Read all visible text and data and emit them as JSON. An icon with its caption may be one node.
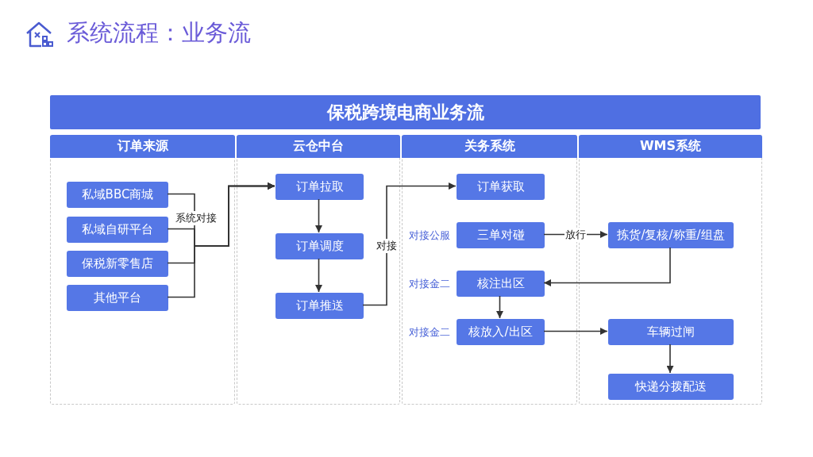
{
  "diagram": {
    "title": "系统流程：业务流",
    "nodes": [
      {
        "text": [
          "保税跨境电商业务流"
        ]
      },
      {
        "text": [
          "订单来源"
        ]
      },
      {
        "text": [
          "云仓中台"
        ]
      },
      {
        "text": [
          "关务系统"
        ]
      },
      {
        "text": [
          "WMS系统"
        ]
      },
      {
        "text": [
          "私域BBC商城"
        ],
        "in": 1
      },
      {
        "text": [
          "私域自研平台"
        ],
        "in": 1
      },
      {
        "text": [
          "保税新零售店"
        ],
        "in": 1
      },
      {
        "text": [
          "其他平台"
        ],
        "in": 1
      },
      {
        "text": [
          "订单拉取"
        ],
        "in": 2
      },
      {
        "text": [
          "订单调度"
        ],
        "in": 2
      },
      {
        "text": [
          "订单推送"
        ],
        "in": 2
      },
      {
        "text": [
          "订单获取"
        ],
        "in": 3
      },
      {
        "text": [
          "三单对碰"
        ],
        "in": 3,
        "beside": [
          "对接公服"
        ]
      },
      {
        "text": [
          "核注出区"
        ],
        "in": 3,
        "beside": [
          "对接金二"
        ]
      },
      {
        "text": [
          "核放入/出区"
        ],
        "in": 3,
        "beside": [
          "对接金二"
        ]
      },
      {
        "text": [
          "拣货/复核/称重/组盘"
        ],
        "in": 4
      },
      {
        "text": [
          "车辆过闸"
        ],
        "in": 4
      },
      {
        "text": [
          "快递分拨配送"
        ],
        "in": 4
      }
    ],
    "edges": [
      {
        "from": 5,
        "to": 9,
        "arrow": "to",
        "label": "系统对接"
      },
      {
        "from": 6,
        "to": 9,
        "arrow": "to"
      },
      {
        "from": 7,
        "to": 9,
        "arrow": "to"
      },
      {
        "from": 8,
        "to": 9,
        "arrow": "to"
      },
      {
        "from": 9,
        "to": 10,
        "arrow": "to"
      },
      {
        "from": 10,
        "to": 11,
        "arrow": "to"
      },
      {
        "from": 11,
        "to": 12,
        "arrow": "to",
        "label": "对接"
      },
      {
        "from": 13,
        "to": 16,
        "arrow": "to",
        "label": "放行"
      },
      {
        "from": 16,
        "to": 14,
        "arrow": "to"
      },
      {
        "from": 14,
        "to": 15,
        "arrow": "to"
      },
      {
        "from": 15,
        "to": 17,
        "arrow": "to"
      },
      {
        "from": 17,
        "to": 18,
        "arrow": "to"
      }
    ]
  }
}
